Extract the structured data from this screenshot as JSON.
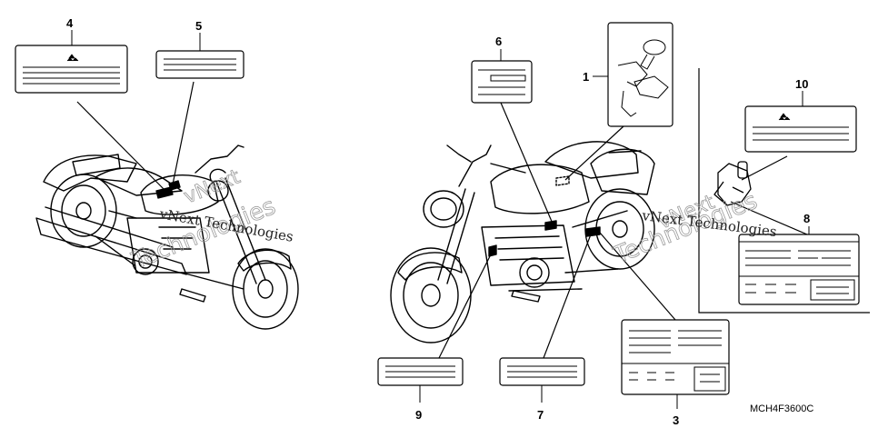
{
  "diagram": {
    "callouts": [
      "1",
      "3",
      "4",
      "5",
      "6",
      "7",
      "8",
      "9",
      "10"
    ],
    "part_code": "MCH4F3600C",
    "watermark": {
      "brand": "vNext Technologies",
      "word1": "vNext",
      "word2": "Technologies"
    }
  }
}
